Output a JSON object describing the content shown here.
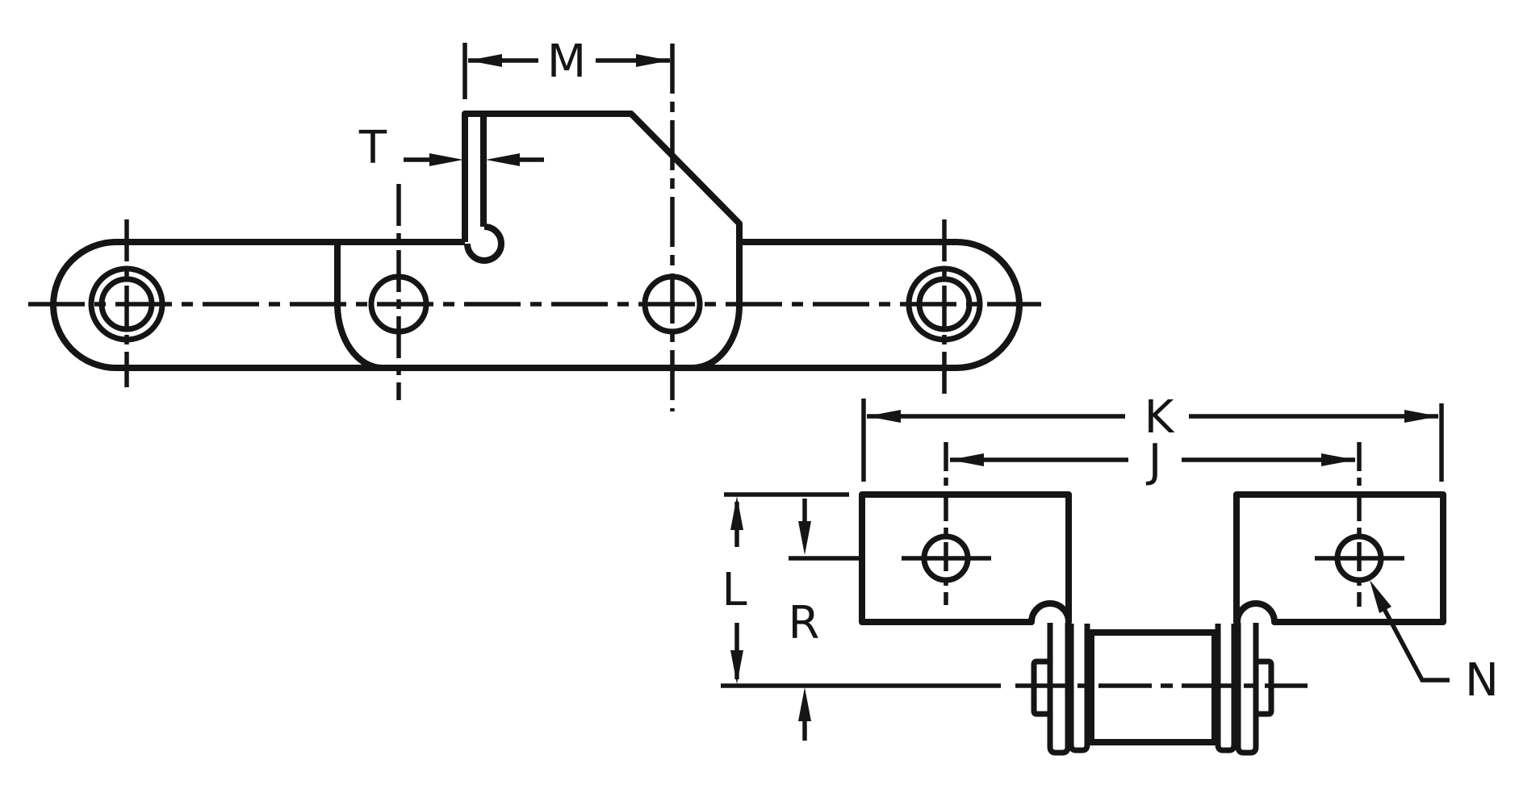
{
  "drawing": {
    "kind": "roller-chain-attachment-dimension-diagram",
    "colors": {
      "line": "#151515",
      "background": "#ffffff"
    }
  },
  "side_view": {
    "dim_m": "M",
    "dim_t": "T"
  },
  "end_view": {
    "dim_k": "K",
    "dim_j": "J",
    "dim_l": "L",
    "dim_r": "R",
    "dim_n": "N"
  }
}
